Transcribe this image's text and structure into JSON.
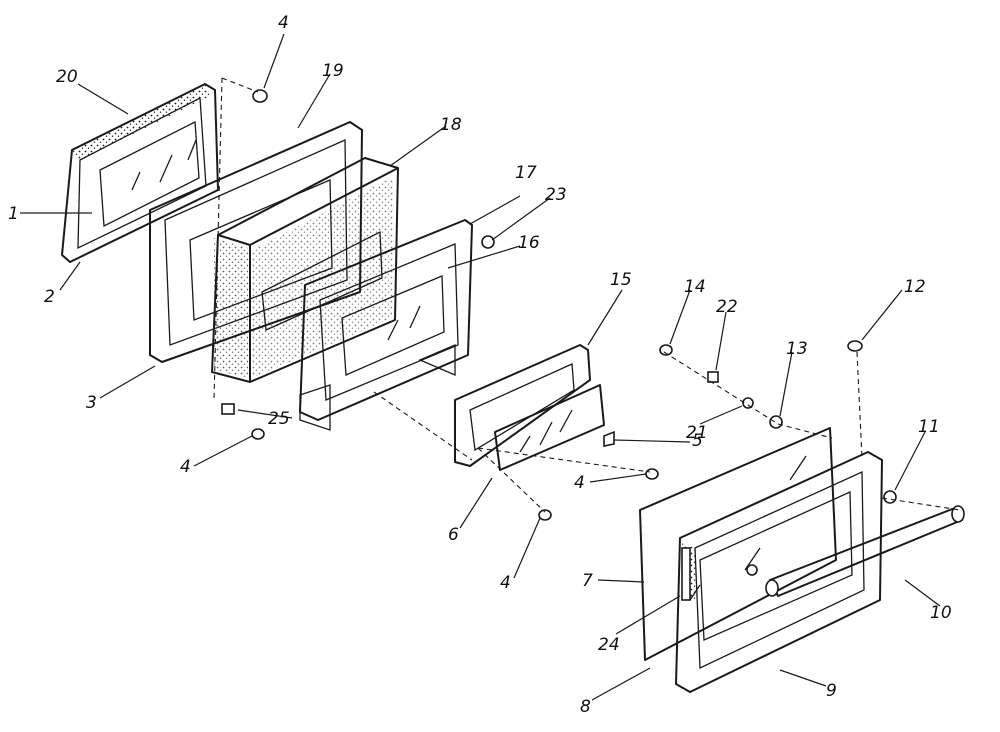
{
  "labels": {
    "l1": "1",
    "l2": "2",
    "l3": "3",
    "l4a": "4",
    "l4b": "4",
    "l4c": "4",
    "l4d": "4",
    "l5": "5",
    "l6": "6",
    "l7": "7",
    "l8": "8",
    "l9": "9",
    "l10": "10",
    "l11": "11",
    "l12": "12",
    "l13": "13",
    "l14": "14",
    "l15": "15",
    "l16": "16",
    "l17": "17",
    "l18": "18",
    "l19": "19",
    "l20": "20",
    "l21": "21",
    "l22": "22",
    "l23": "23",
    "l24": "24",
    "l25": "25"
  },
  "colors": {
    "ink": "#1a1a1a",
    "paper": "#ffffff"
  }
}
